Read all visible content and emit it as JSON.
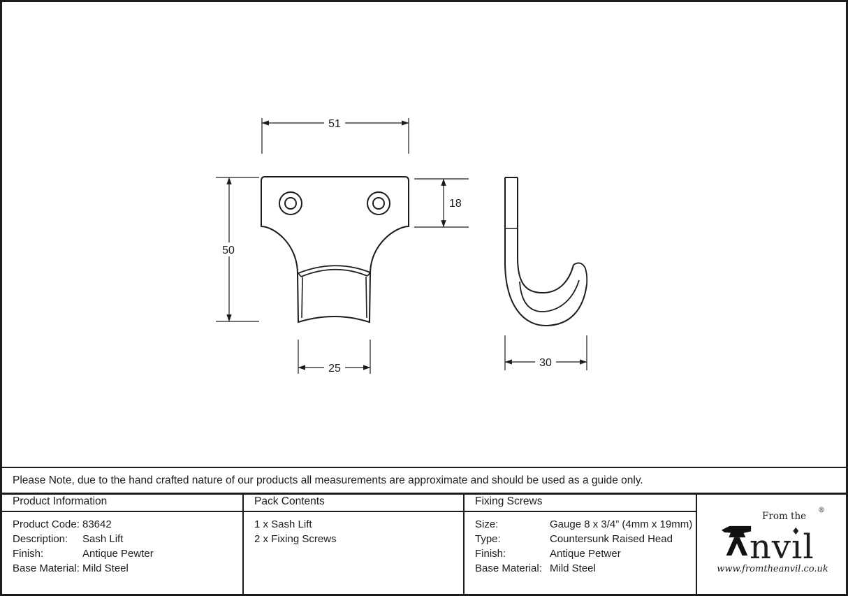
{
  "drawing": {
    "description": "Technical drawing of sash lift, front view and side view, dimensions in mm",
    "front_view": {
      "dim_overall_width": "51",
      "dim_plate_height": "18",
      "dim_overall_height": "50",
      "dim_lift_width": "25"
    },
    "side_view": {
      "dim_projection": "30"
    }
  },
  "note": {
    "text": "Please Note, due to the hand crafted nature of our products all measurements are approximate and should be used as a guide only."
  },
  "table": {
    "product_information": {
      "header": "Product Information",
      "rows": [
        {
          "label": "Product Code:",
          "value": "83642"
        },
        {
          "label": "Description:",
          "value": "Sash Lift"
        },
        {
          "label": "Finish:",
          "value": "Antique Pewter"
        },
        {
          "label": "Base Material:",
          "value": "Mild Steel"
        }
      ]
    },
    "pack_contents": {
      "header": "Pack Contents",
      "items": [
        "1 x Sash Lift",
        "2 x Fixing Screws"
      ]
    },
    "fixing_screws": {
      "header": "Fixing Screws",
      "rows": [
        {
          "label": "Size:",
          "value": "Gauge 8 x 3/4” (4mm x 19mm)"
        },
        {
          "label": "Type:",
          "value": "Countersunk Raised Head"
        },
        {
          "label": "Finish:",
          "value": "Antique Petwer"
        },
        {
          "label": "Base Material:",
          "value": "Mild Steel"
        }
      ]
    }
  },
  "logo": {
    "word": "Anvil",
    "tagline": "From the",
    "brand": {
      "pre": "nv",
      "i": "ı",
      "dot": "♦",
      "post": "l"
    },
    "registered": "®",
    "website": "www.fromtheanvil.co.uk"
  },
  "colors": {
    "line": "#1c1c1c",
    "background": "#ffffff"
  }
}
